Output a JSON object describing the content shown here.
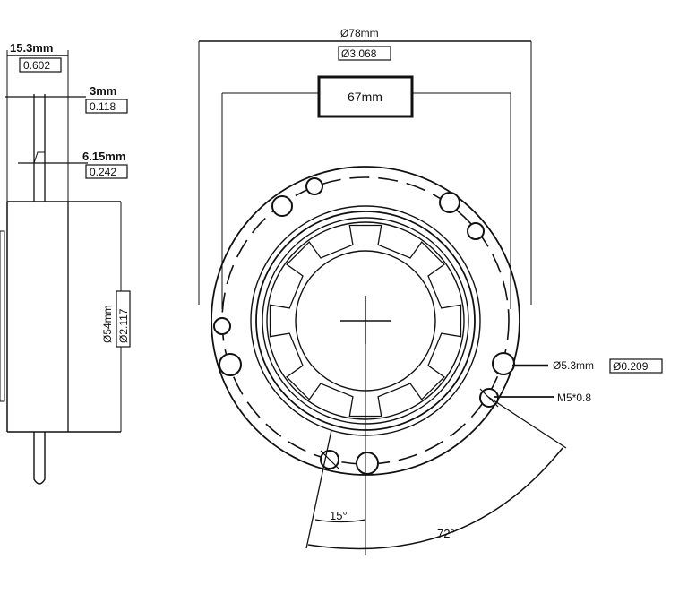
{
  "side_view": {
    "width_mm": "15.3mm",
    "width_in": "0.602",
    "thickness_mm": "3mm",
    "thickness_in": "0.118",
    "step_mm": "6.15mm",
    "step_in": "0.242",
    "diameter_mm": "Ø54mm",
    "diameter_in": "Ø2.117"
  },
  "front_view": {
    "outer_diameter_mm": "Ø78mm",
    "outer_diameter_in": "Ø3.068",
    "bolt_span": "67mm",
    "hole_diameter_mm": "Ø5.3mm",
    "hole_diameter_in": "Ø0.209",
    "thread": "M5*0.8",
    "angle_small": "15°",
    "angle_large": "72°"
  }
}
